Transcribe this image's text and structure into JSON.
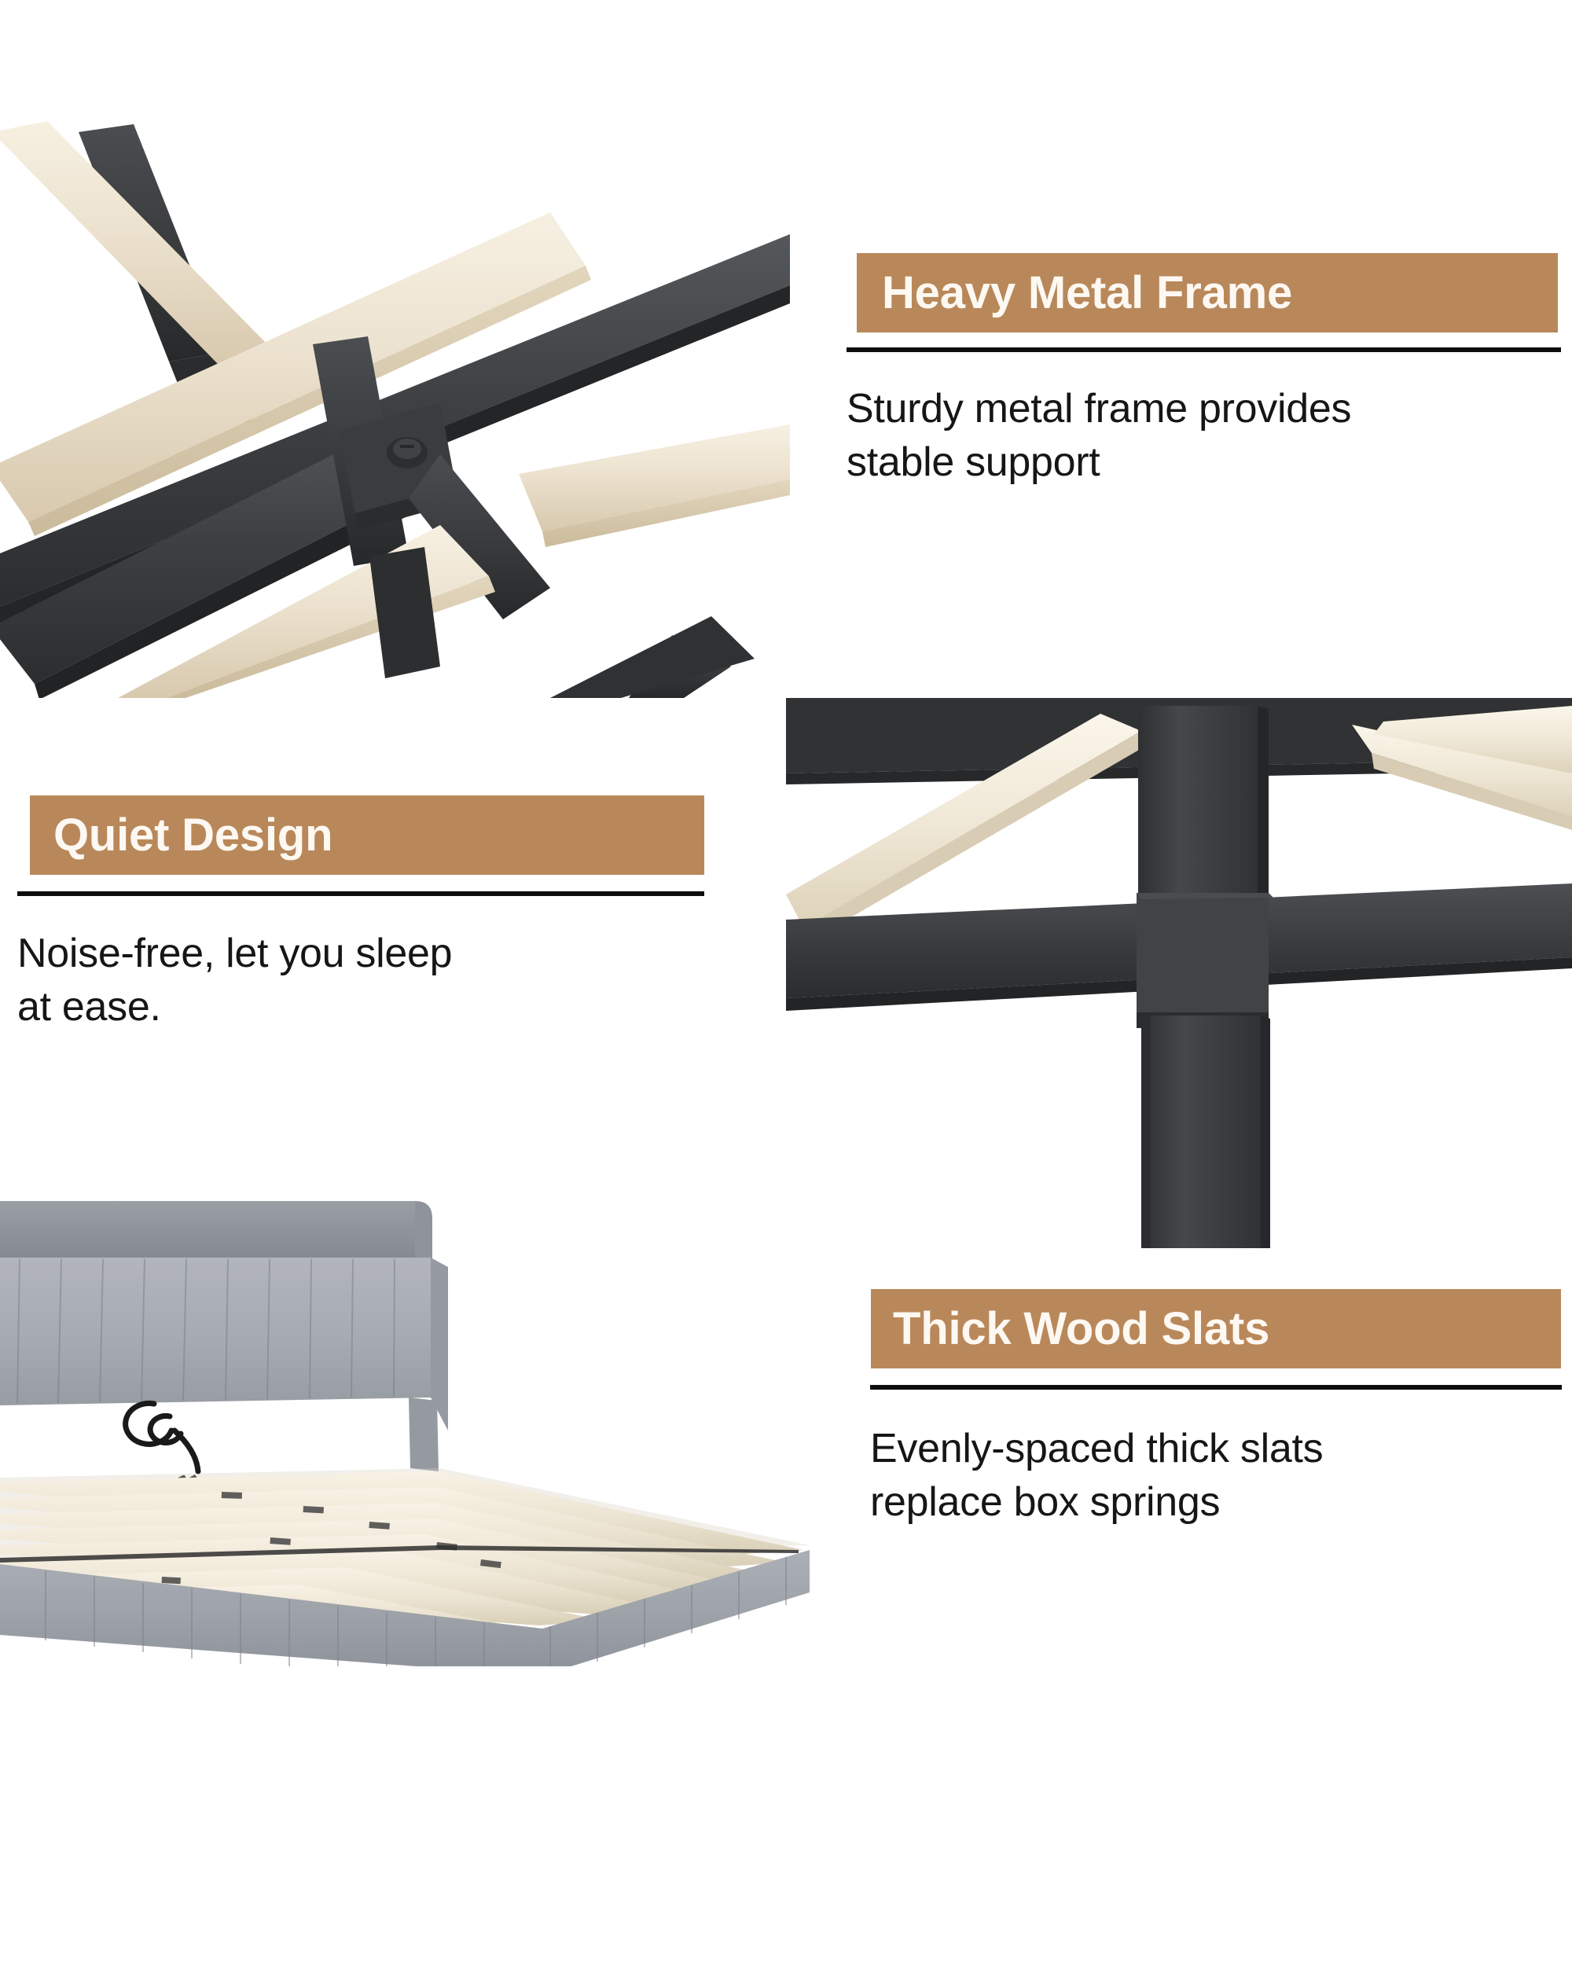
{
  "page": {
    "type": "product-feature-infographic",
    "background_color": "#ffffff",
    "accent_color": "#b9885a",
    "banner_text_color": "#fdf8f2",
    "rule_color": "#0d0d0d",
    "body_text_color": "#161616"
  },
  "features": [
    {
      "id": "heavy-metal-frame",
      "title": "Heavy Metal Frame",
      "description": "Sturdy metal frame provides\nstable support",
      "position": "top-right"
    },
    {
      "id": "quiet-design",
      "title": "Quiet Design",
      "description": "Noise-free,  let you sleep\nat ease.",
      "position": "middle-left"
    },
    {
      "id": "thick-wood-slats",
      "title": "Thick Wood Slats",
      "description": "Evenly-spaced thick slats\nreplace box springs",
      "position": "bottom-right"
    }
  ],
  "photos": [
    {
      "id": "metal-frame-crossbeam",
      "alt": "Close-up of black metal bed frame crossbeam joint with bolt and light wood slats",
      "position": "top-left",
      "metal_color": "#3b3d3f",
      "wood_color": "#ece2cf"
    },
    {
      "id": "frame-t-junction",
      "alt": "Black metal frame T-junction with vertical support leg and wood slats resting on rail",
      "position": "middle-right",
      "metal_color": "#3b3d3f",
      "wood_color": "#f0e8d8"
    },
    {
      "id": "upholstered-bed-platform",
      "alt": "Grey velvet upholstered bed with pleated headboard, power cord and wood slat platform",
      "position": "bottom-left",
      "upholstery_color": "#a6aab1",
      "slat_color": "#efe7d6"
    }
  ]
}
